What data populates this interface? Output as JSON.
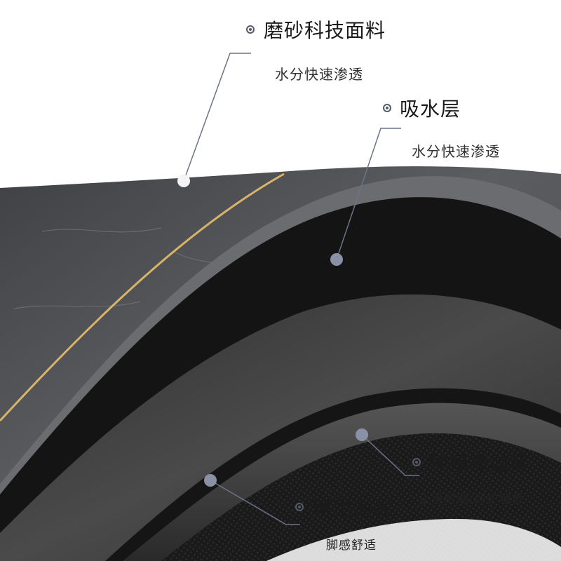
{
  "callouts": {
    "surface": {
      "title": "磨砂科技面料",
      "subtitle": "水分快速渗透"
    },
    "absorb": {
      "title": "吸水层",
      "subtitle": "水分快速渗透"
    },
    "rubber": {
      "title": "加厚橡胶底",
      "subtitle": "止滑耐磨/保护地板"
    },
    "foam": {
      "title": "再生海绵",
      "subtitle": "脚感舒适"
    }
  },
  "colors": {
    "stone": "#4a4c4f",
    "gold_line": "#d8b36a",
    "black_layer": "#141414",
    "foam": "#3a3a3a",
    "mesh": "#1c1c1c",
    "marker": "#8a90a6",
    "leader": "#6d7388"
  }
}
